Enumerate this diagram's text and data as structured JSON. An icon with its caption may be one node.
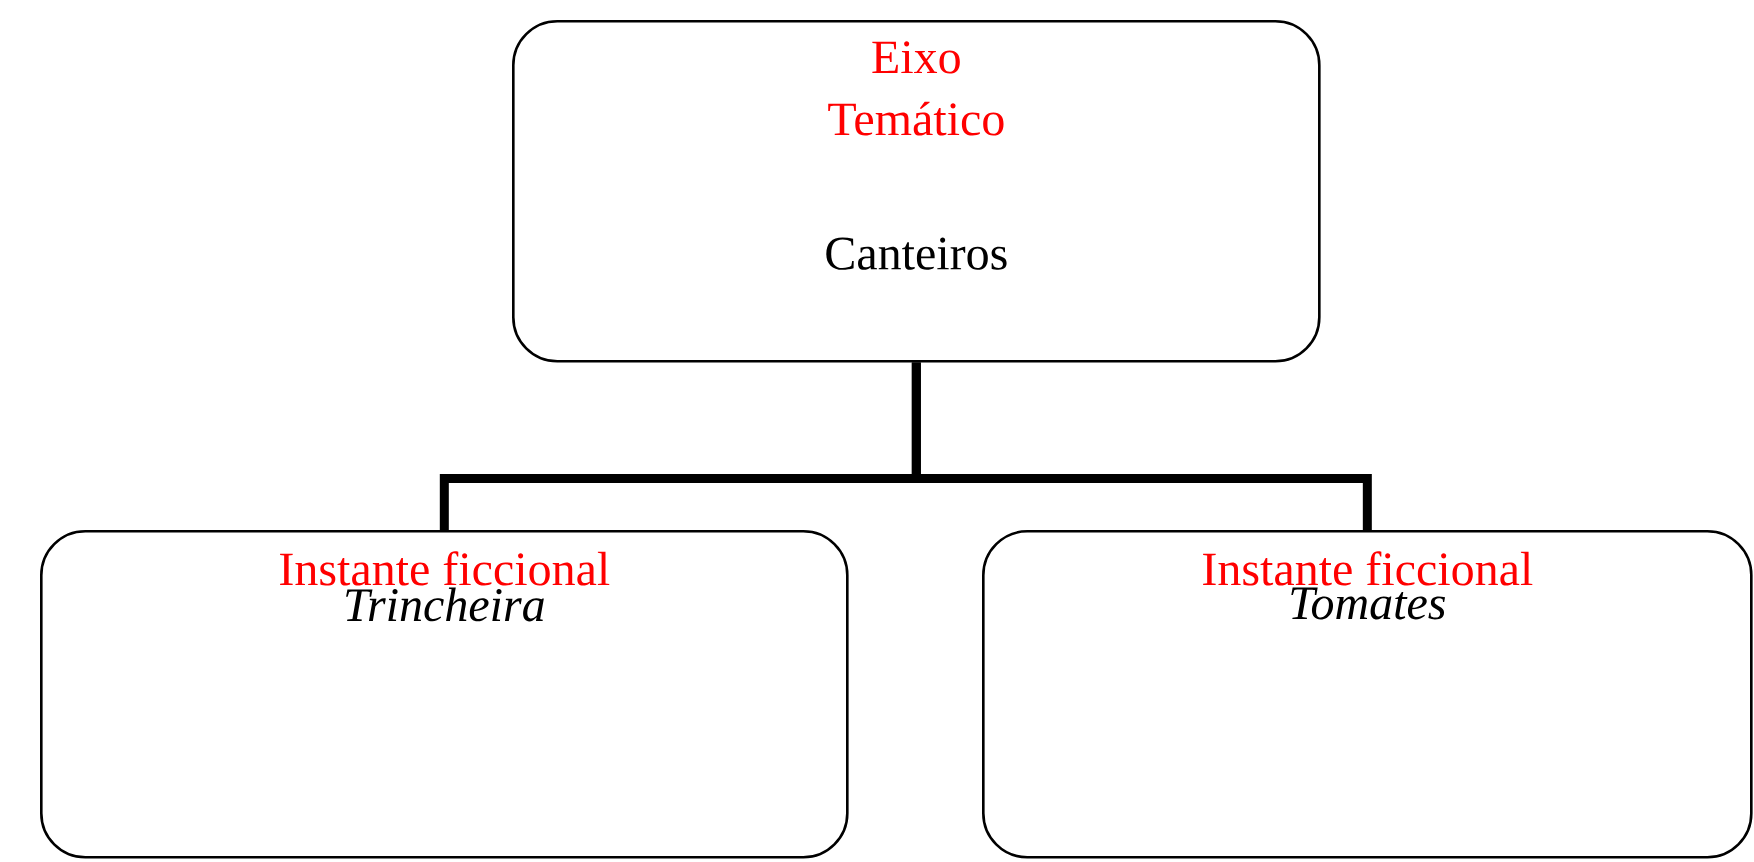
{
  "diagram": {
    "nodes": [
      {
        "text": [
          "Eixo Temático",
          "Canteiros"
        ]
      },
      {
        "text": [
          "Instante ficcional",
          "Trincheira"
        ]
      },
      {
        "text": [
          "Instante ficcional",
          "Tomates"
        ]
      }
    ],
    "edges": [
      {
        "from": 0,
        "to": 1,
        "arrow": "none"
      },
      {
        "from": 0,
        "to": 2,
        "arrow": "none"
      }
    ]
  }
}
